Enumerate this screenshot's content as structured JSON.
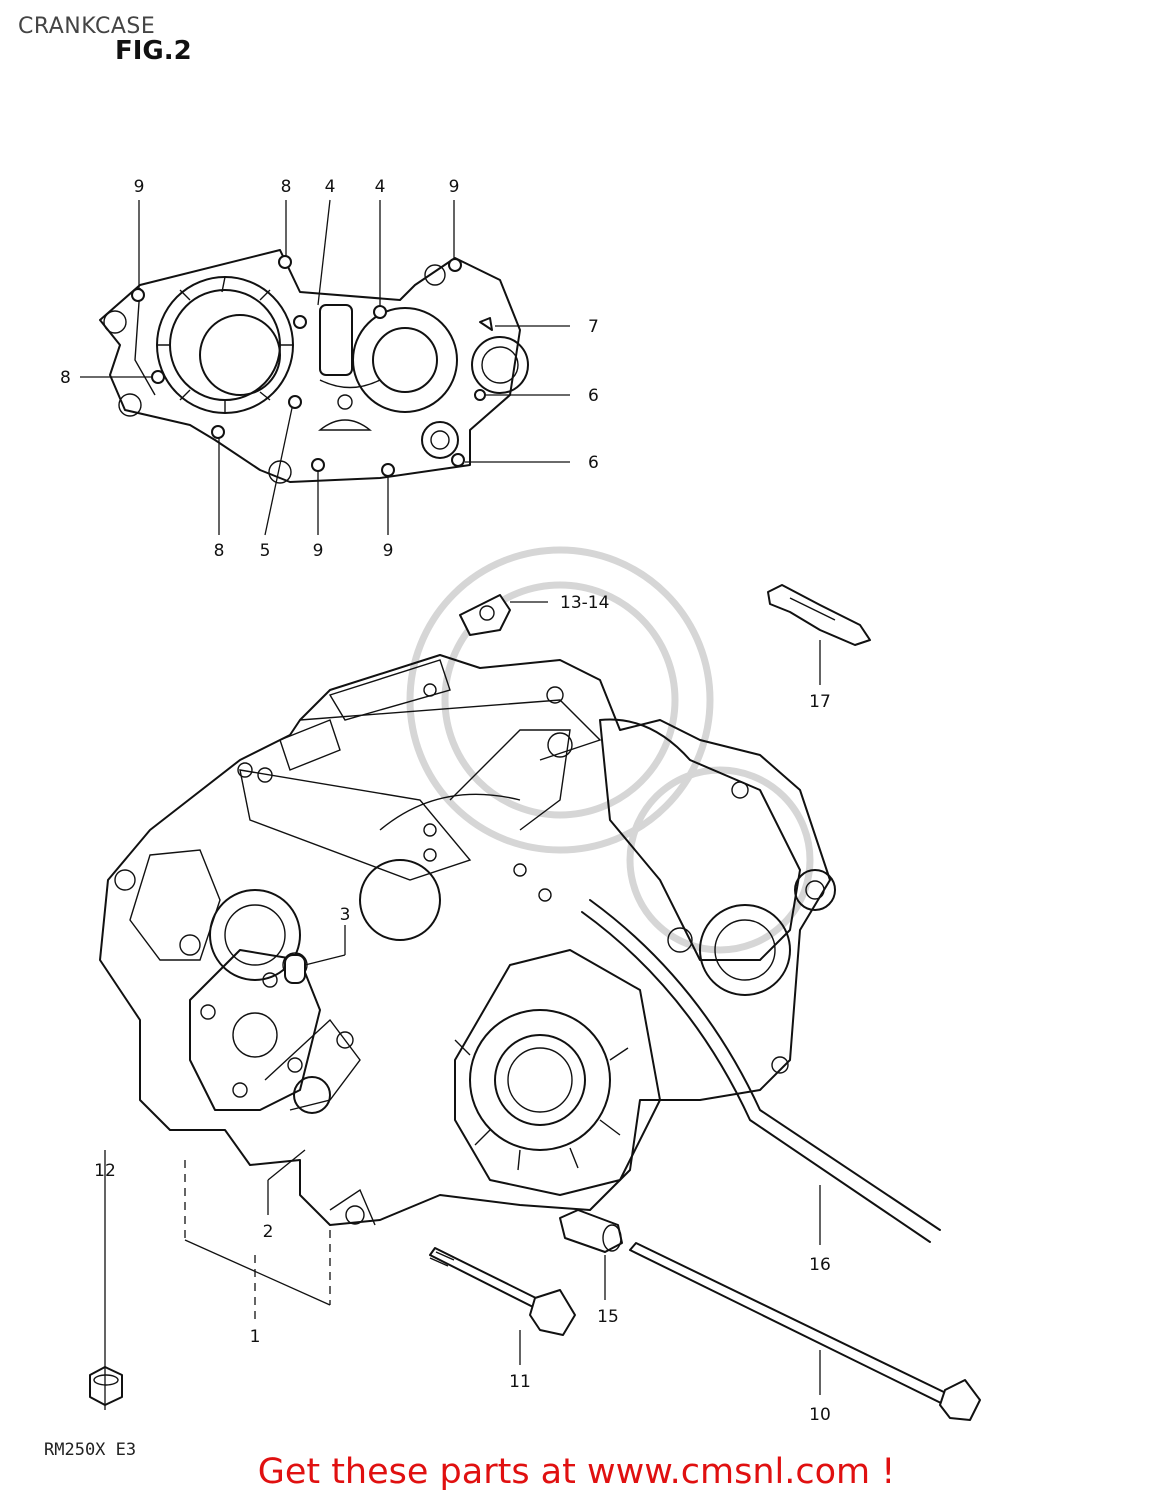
{
  "header": {
    "title": "CRANKCASE",
    "figure": "FIG.2"
  },
  "callouts": {
    "top_row": [
      "9",
      "8",
      "4",
      "4",
      "9"
    ],
    "c7": "7",
    "c6a": "6",
    "c6b": "6",
    "c8_left": "8",
    "bottom_row": [
      "8",
      "5",
      "9",
      "9"
    ],
    "c13_14": "13-14",
    "c17": "17",
    "c3": "3",
    "c12": "12",
    "c2": "2",
    "c1": "1",
    "c16": "16",
    "c15": "15",
    "c11": "11",
    "c10": "10"
  },
  "footer": {
    "model_code": "RM250X E3",
    "promo": "Get these parts at www.cmsnl.com !",
    "promo_color": "#e01010"
  }
}
